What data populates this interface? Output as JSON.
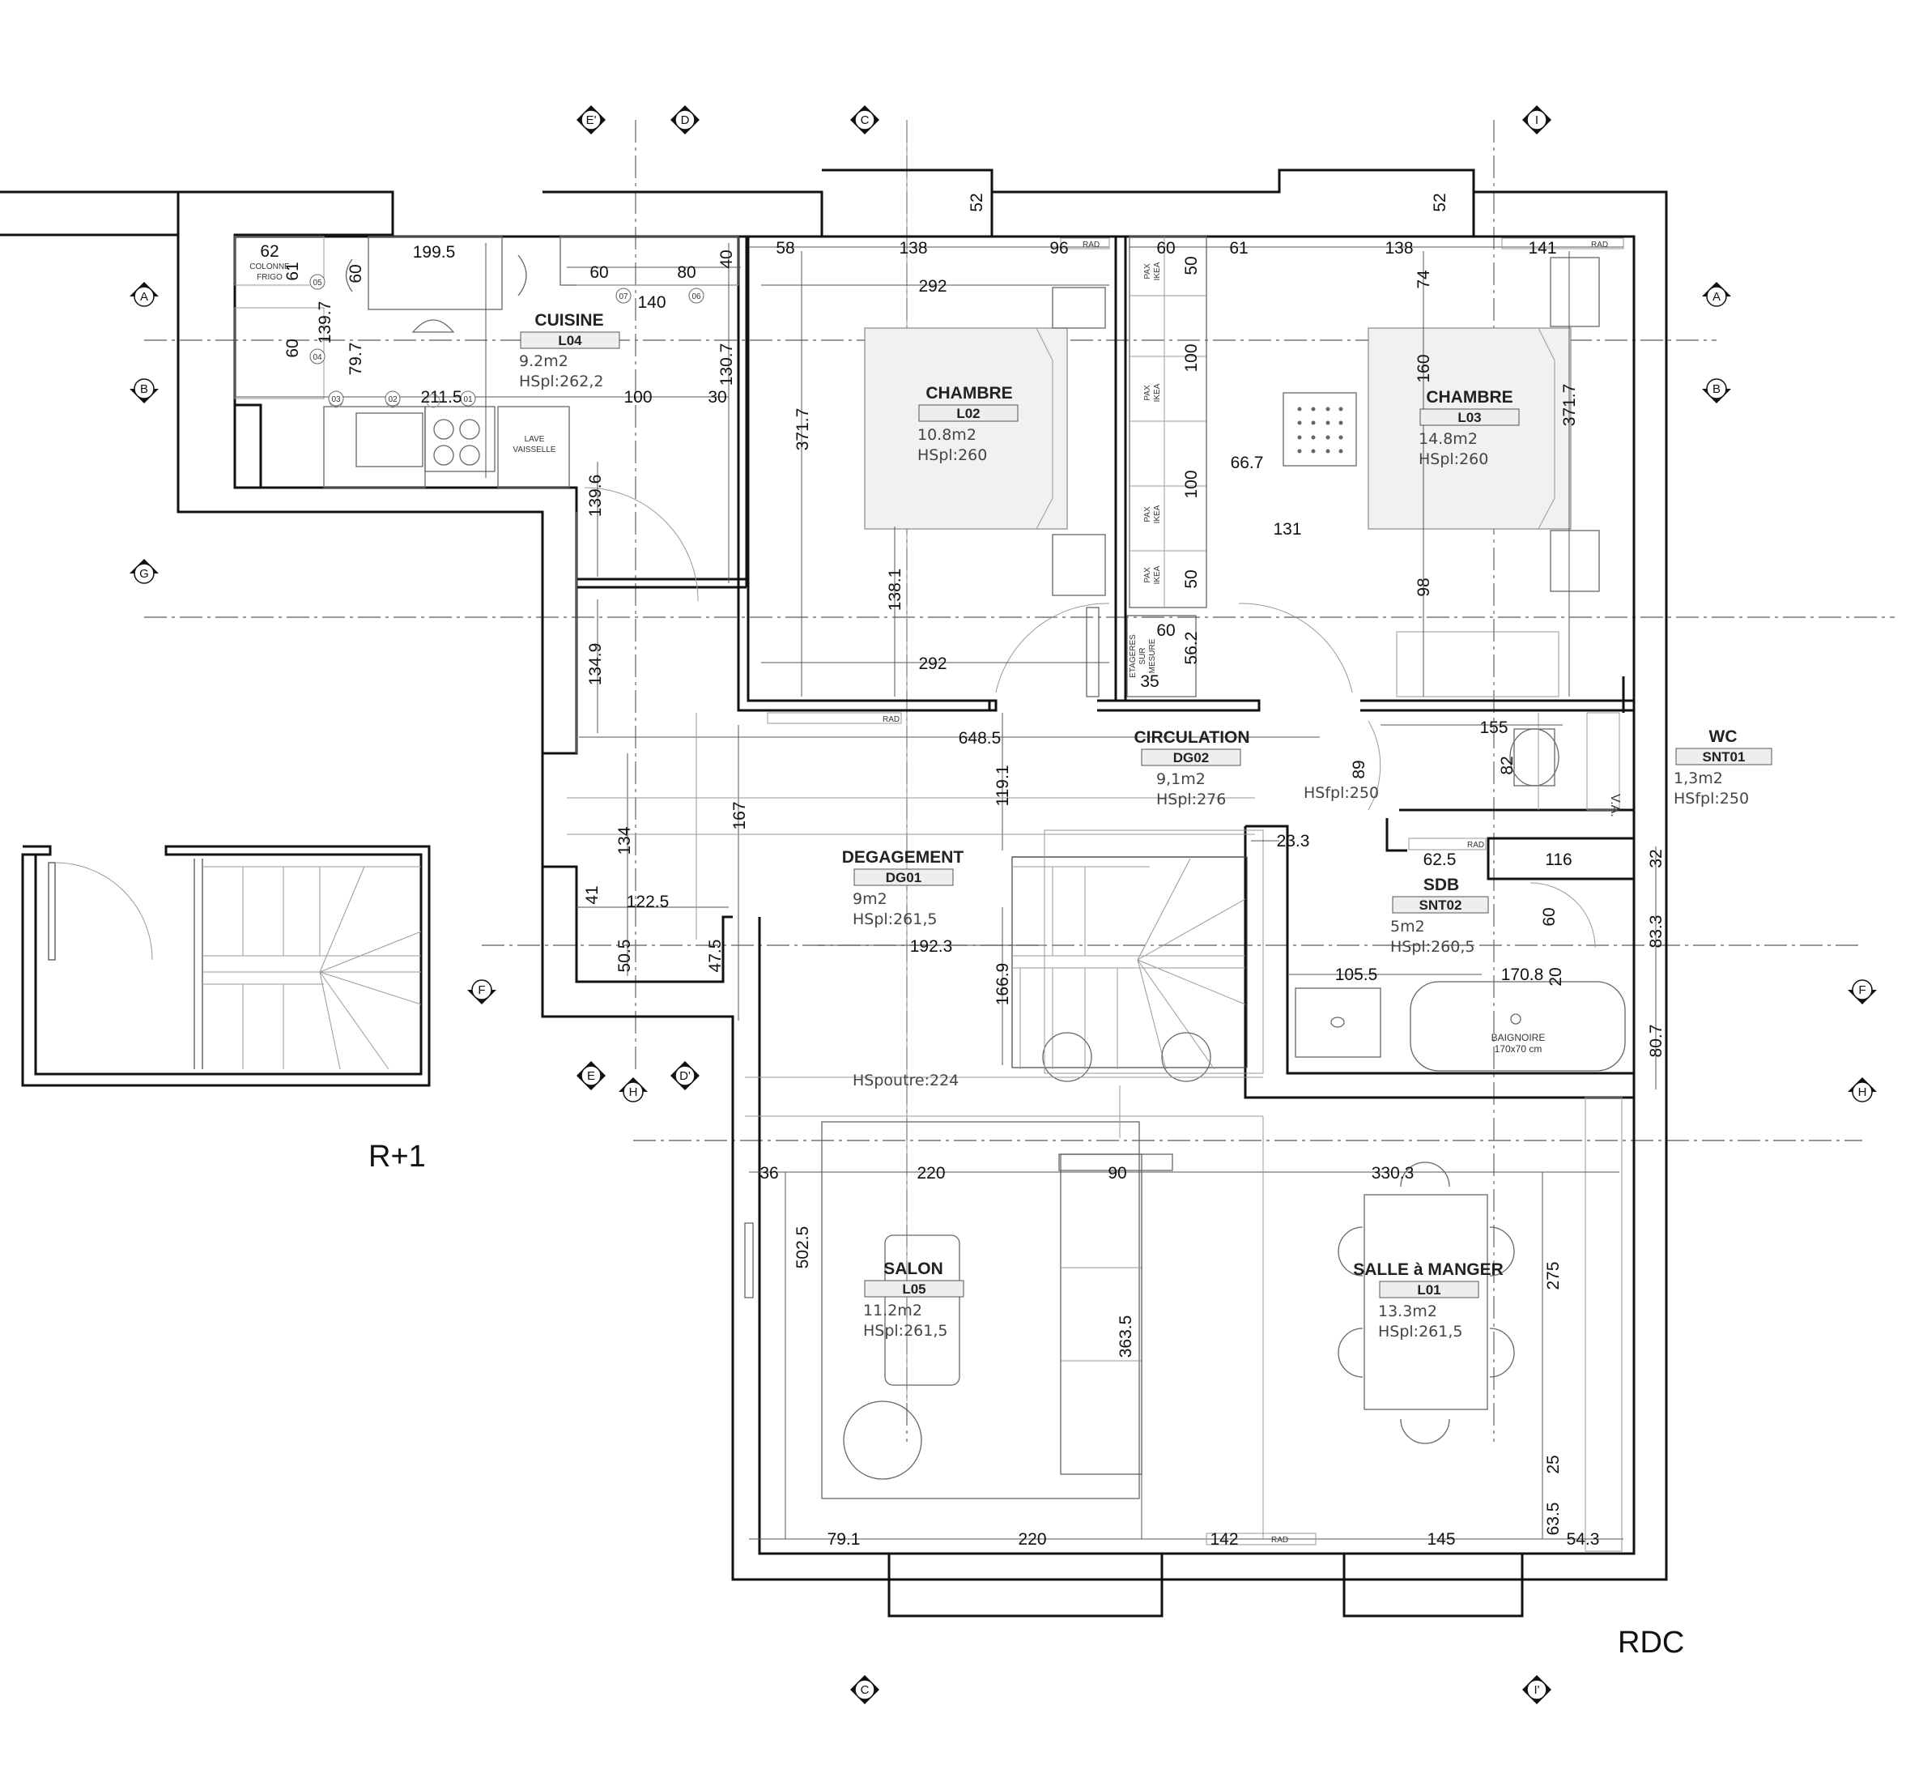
{
  "levels": {
    "upper": "R+1",
    "ground": "RDC"
  },
  "rooms": {
    "cuisine": {
      "name": "CUISINE",
      "code": "L04",
      "area": "9.2m2",
      "height": "HSpl:262,2"
    },
    "chambre2": {
      "name": "CHAMBRE",
      "code": "L02",
      "area": "10.8m2",
      "height": "HSpl:260"
    },
    "chambre3": {
      "name": "CHAMBRE",
      "code": "L03",
      "area": "14.8m2",
      "height": "HSpl:260"
    },
    "circulation": {
      "name": "CIRCULATION",
      "code": "DG02",
      "area": "9,1m2",
      "height": "HSpl:276"
    },
    "wc": {
      "name": "WC",
      "code": "SNT01",
      "area": "1,3m2",
      "height": "HSfpl:250"
    },
    "degagement": {
      "name": "DEGAGEMENT",
      "code": "DG01",
      "area": "9m2",
      "height": "HSpl:261,5"
    },
    "sdb": {
      "name": "SDB",
      "code": "SNT02",
      "area": "5m2",
      "height": "HSpl:260,5"
    },
    "salon": {
      "name": "SALON",
      "code": "L05",
      "area": "11.2m2",
      "height": "HSpl:261,5"
    },
    "salle": {
      "name": "SALLE à MANGER",
      "code": "L01",
      "area": "13.3m2",
      "height": "HSpl:261,5"
    }
  },
  "notes": {
    "hsfpl_sdb": "HSfpl:250",
    "hspoutre": "HSpoutre:224",
    "colonne": "COLONNE",
    "frigo": "FRIGO",
    "lave": "LAVE",
    "vaisselle": "VAISSELLE",
    "pax": "PAX",
    "ikea": "IKEA",
    "etageres": "ETAGERES",
    "sur": "SUR",
    "mesure": "MESURE",
    "rad": "RAD",
    "baignoire": "BAIGNOIRE",
    "baignoire_size": "170x70 cm",
    "va": "V.A."
  },
  "axes": [
    "E'",
    "D",
    "C",
    "I",
    "A",
    "B",
    "G",
    "F",
    "E",
    "D'",
    "H",
    "C",
    "I'",
    "A",
    "B",
    "F",
    "H"
  ],
  "kitchen_items": [
    "01",
    "02",
    "03",
    "04",
    "05",
    "06",
    "07"
  ],
  "dims": [
    "62",
    "61",
    "60",
    "199.5",
    "139.7",
    "60",
    "79.7",
    "211.5",
    "100",
    "30",
    "60",
    "80",
    "140",
    "40",
    "130.7",
    "139.6",
    "134.9",
    "58",
    "138",
    "96",
    "292",
    "371.7",
    "138.1",
    "292",
    "52",
    "60",
    "50",
    "61",
    "138",
    "141",
    "74",
    "160",
    "100",
    "66.7",
    "131",
    "371.7",
    "100",
    "50",
    "98",
    "60",
    "56.2",
    "35",
    "52",
    "648.5",
    "155",
    "82",
    "89",
    "119.1",
    "167",
    "134",
    "41",
    "122.5",
    "50.5",
    "47.5",
    "23.3",
    "62.5",
    "116",
    "32",
    "60",
    "83.3",
    "192.3",
    "166.9",
    "105.5",
    "170.8",
    "20",
    "80.7",
    "36",
    "220",
    "90",
    "330.3",
    "502.5",
    "363.5",
    "275",
    "25",
    "63.5",
    "79.1",
    "220",
    "142",
    "145",
    "54.3"
  ]
}
